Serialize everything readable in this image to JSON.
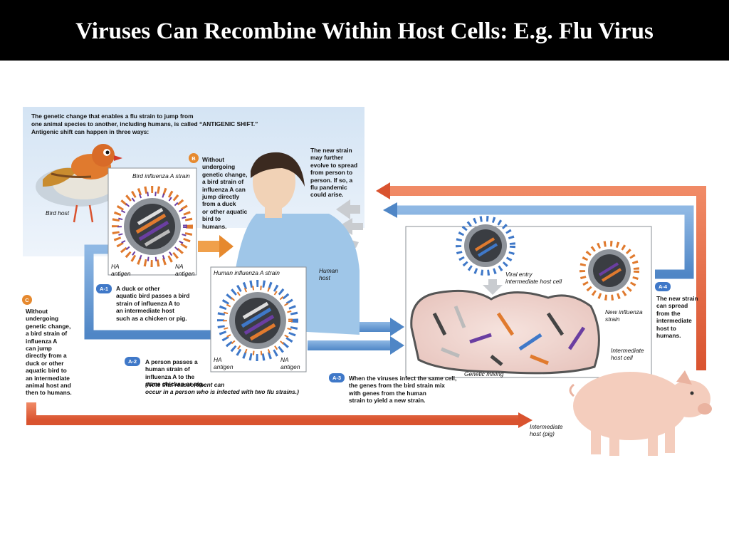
{
  "slide": {
    "title": "Viruses Can Recombine Within Host Cells: E.g. Flu Virus"
  },
  "colors": {
    "panel_blue": "#dbe9f6",
    "arrow_red": "#e8694a",
    "arrow_blue": "#6d9fd4",
    "badge_blue": "#3f78c8",
    "badge_orange": "#e6892e",
    "ha_spike": "#e07a2e",
    "na_spike": "#6a3ea1",
    "pig_pink": "#f4cdbd"
  },
  "intro": {
    "line1": "The genetic change that enables a flu strain to jump from",
    "line2": "one animal species to another, including humans, is called “ANTIGENIC SHIFT.”",
    "line3": "Antigenic shift can happen in three ways:"
  },
  "labels": {
    "bird_host": "Bird host",
    "bird_strain": "Bird influenza A strain",
    "ha_antigen": "HA\nantigen",
    "na_antigen": "NA\nantigen",
    "human_strain": "Human influenza A strain",
    "human_host": "Human\nhost",
    "ha_antigen2": "HA\nantigen",
    "na_antigen2": "NA\nantigen",
    "viral_entry": "Viral entry\nintermediate host cell",
    "new_strain": "New influenza\nstrain",
    "intermediate_cell": "Intermediate\nhost cell",
    "genetic_mixing": "Genetic mixing",
    "intermediate_host": "Intermediate\nhost (pig)"
  },
  "steps": {
    "b": {
      "badge": "B",
      "text": "Without\nundergoing\ngenetic change,\na bird strain of\ninfluenza A can\njump directly\nfrom a duck\nor other aquatic\nbird to\nhumans."
    },
    "c": {
      "badge": "C",
      "text": "Without\nundergoing\ngenetic change,\na bird strain of\ninfluenza A\ncan jump\ndirectly from a\nduck or other\naquatic bird to\nan intermediate\nanimal host and\nthen to humans."
    },
    "a1": {
      "badge": "A-1",
      "text": "A duck or other\naquatic bird passes a bird\nstrain of influenza A to\nan intermediate host\nsuch as a chicken or pig."
    },
    "a2": {
      "badge": "A-2",
      "text": "A person passes a\nhuman strain of\ninfluenza A to the\nsame chicken or pig.",
      "note": "(Note that reassortment can\noccur in a person who is infected with two flu strains.)"
    },
    "a3": {
      "badge": "A-3",
      "text": "When the viruses infect the same cell,\nthe genes from the bird strain mix\nwith genes from the human\nstrain to yield a new strain."
    },
    "a4": {
      "badge": "A-4",
      "text": "The new strain\ncan spread\nfrom the\nintermediate\nhost to\nhumans."
    },
    "pandemic": {
      "text": "The new strain\nmay further\nevolve to spread\nfrom person to\nperson. If so, a\nflu pandemic\ncould arise."
    }
  }
}
